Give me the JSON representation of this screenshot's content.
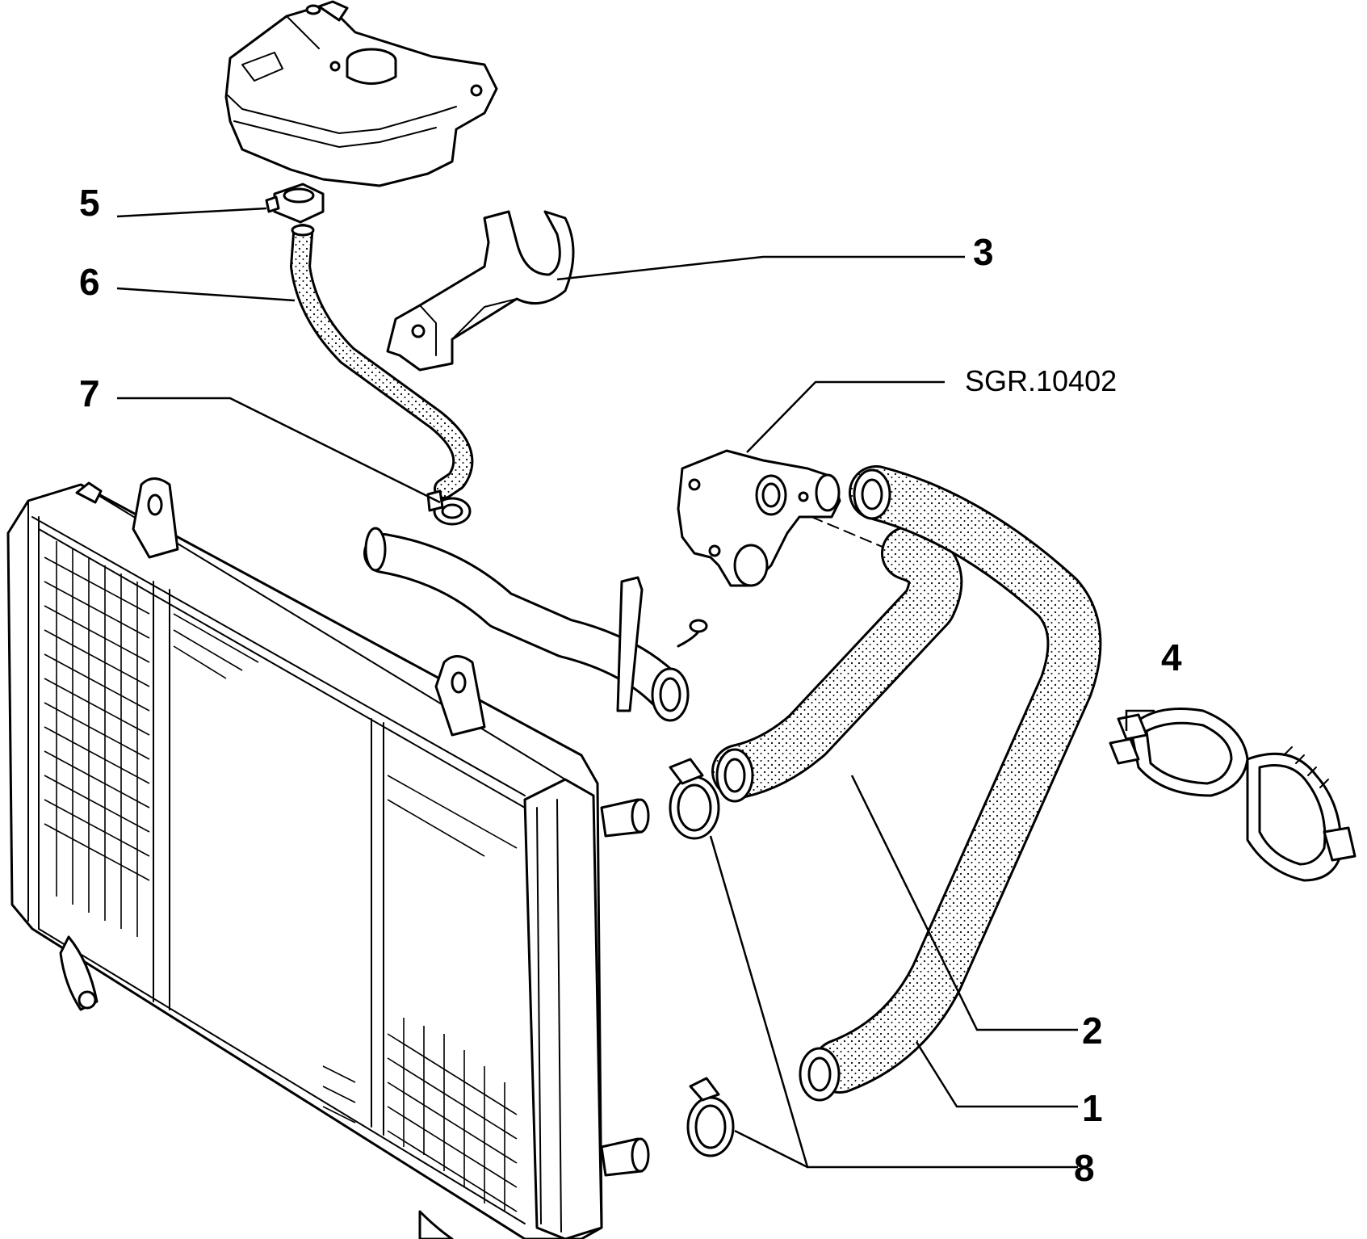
{
  "diagram": {
    "reference_code": "SGR.10402",
    "callouts": [
      {
        "id": "5",
        "label": "5"
      },
      {
        "id": "6",
        "label": "6"
      },
      {
        "id": "7",
        "label": "7"
      },
      {
        "id": "3",
        "label": "3"
      },
      {
        "id": "4",
        "label": "4"
      },
      {
        "id": "2",
        "label": "2"
      },
      {
        "id": "1",
        "label": "1"
      },
      {
        "id": "8",
        "label": "8"
      }
    ],
    "parts": [
      {
        "name": "expansion-tank"
      },
      {
        "name": "radiator"
      },
      {
        "name": "thermostat-housing"
      },
      {
        "name": "coolant-pipe"
      },
      {
        "name": "bracket"
      },
      {
        "name": "hose-clamps"
      }
    ]
  }
}
